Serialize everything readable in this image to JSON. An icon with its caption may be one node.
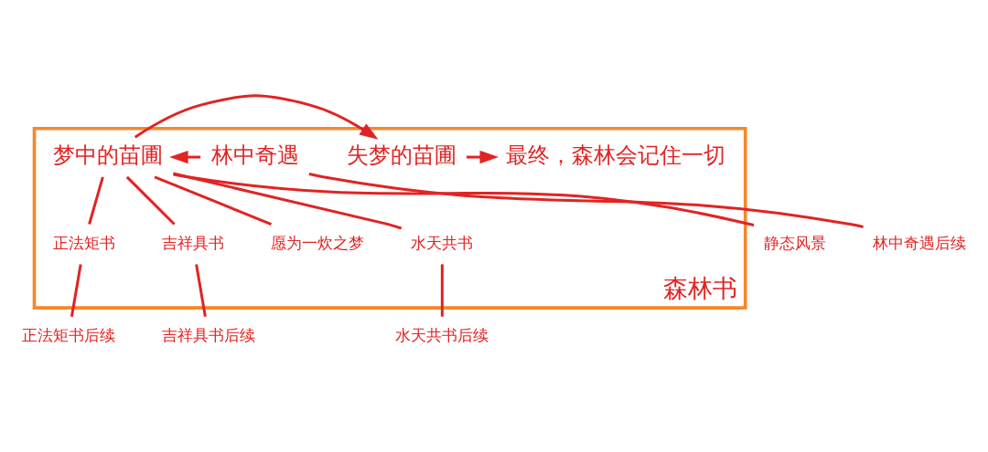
{
  "diagram": {
    "nodes": [
      {
        "text": [
          "森林书"
        ]
      },
      {
        "text": [
          "林中奇遇"
        ],
        "in": 0
      },
      {
        "text": [
          "梦中的苗圃"
        ],
        "in": 0
      },
      {
        "text": [
          "失梦的苗圃"
        ],
        "in": 0
      },
      {
        "text": [
          "最终，森林会记住一切"
        ],
        "in": 0
      },
      {
        "text": [
          "愿为一炊之梦"
        ],
        "in": 0
      },
      {
        "text": [
          "水天共书"
        ],
        "in": 0
      },
      {
        "text": [
          "正法矩书"
        ],
        "in": 0
      },
      {
        "text": [
          "吉祥具书"
        ],
        "in": 0
      },
      {
        "text": [
          "林中奇遇后续"
        ]
      },
      {
        "text": [
          "水天共书后续"
        ]
      },
      {
        "text": [
          "正法矩书后续"
        ]
      },
      {
        "text": [
          "吉祥具书后续"
        ]
      },
      {
        "text": [
          "静态风景"
        ]
      }
    ],
    "edges": [
      {
        "from": 1,
        "to": 2,
        "arrow": "to"
      },
      {
        "from": 2,
        "to": 3,
        "arrow": "to"
      },
      {
        "from": 3,
        "to": 4,
        "arrow": "to"
      },
      {
        "from": 1,
        "to": 9,
        "arrow": "none"
      },
      {
        "from": 2,
        "to": 5,
        "arrow": "none"
      },
      {
        "from": 2,
        "to": 6,
        "arrow": "none"
      },
      {
        "from": 2,
        "to": 7,
        "arrow": "none"
      },
      {
        "from": 2,
        "to": 8,
        "arrow": "none"
      },
      {
        "from": 2,
        "to": 13,
        "arrow": "none"
      },
      {
        "from": 6,
        "to": 10,
        "arrow": "none"
      },
      {
        "from": 7,
        "to": 11,
        "arrow": "none"
      },
      {
        "from": 8,
        "to": 12,
        "arrow": "none"
      }
    ]
  }
}
